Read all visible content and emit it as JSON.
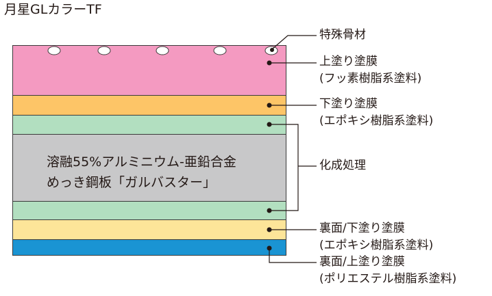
{
  "product_name": "月星GLカラーTF",
  "core_label": {
    "line1": "溶融55%アルミニウム-亜鉛合金",
    "line2": "めっき鋼板「ガルバスター」"
  },
  "callouts": {
    "special_aggregate": "特殊骨材",
    "top_coat": {
      "title": "上塗り塗膜",
      "material": "(フッ素樹脂系塗料)"
    },
    "primer": {
      "title": "下塗り塗膜",
      "material": "(エポキシ樹脂系塗料)"
    },
    "chemical_treatment": "化成処理",
    "back_primer": {
      "title": "裏面/下塗り塗膜",
      "material": "(エポキシ樹脂系塗料)"
    },
    "back_top_coat": {
      "title": "裏面/上塗り塗膜",
      "material": "(ポリエステル樹脂系塗料)"
    }
  },
  "colors": {
    "top_coat": "#f49ac1",
    "primer": "#fdc567",
    "chemical_treatment": "#b2dfc0",
    "steel_core": "#c8c8c9",
    "back_primer": "#fde599",
    "back_top_coat": "#1a94d3"
  }
}
